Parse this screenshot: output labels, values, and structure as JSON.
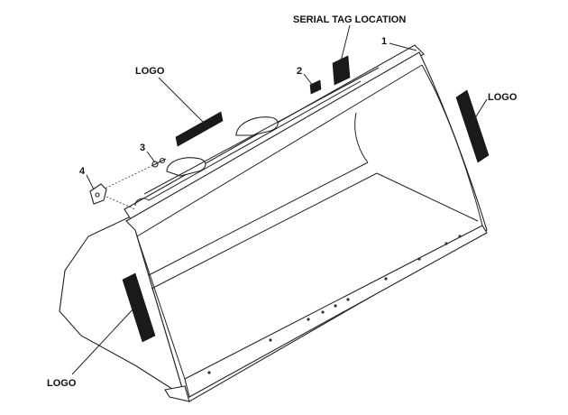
{
  "callouts": {
    "serial_tag_location": "SERIAL TAG LOCATION",
    "logo_top": "LOGO",
    "logo_right": "LOGO",
    "logo_bottom": "LOGO",
    "item_1": "1",
    "item_2": "2",
    "item_3": "3",
    "item_4": "4"
  }
}
